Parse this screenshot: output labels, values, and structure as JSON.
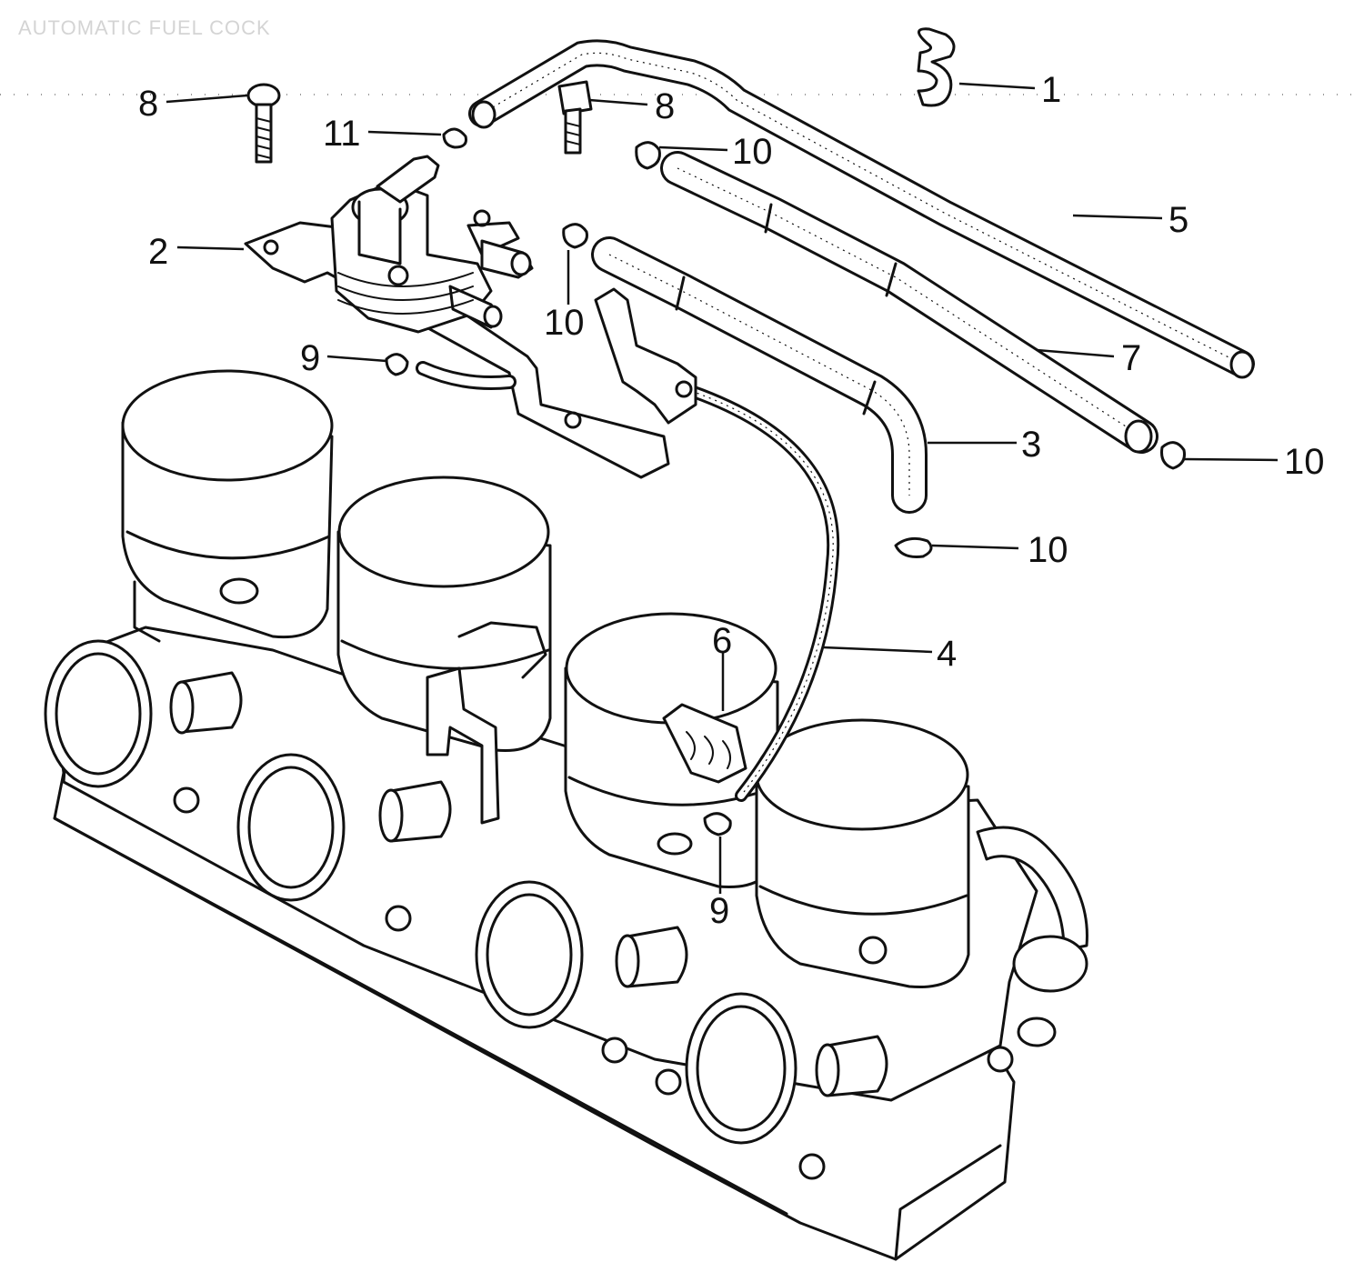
{
  "header": {
    "title": "AUTOMATIC FUEL COCK"
  },
  "callouts": [
    {
      "id": "c1",
      "number": "1",
      "part": "hose-clip"
    },
    {
      "id": "c2",
      "number": "2",
      "part": "automatic-fuel-cock"
    },
    {
      "id": "c3",
      "number": "3",
      "part": "hose-elbow"
    },
    {
      "id": "c4",
      "number": "4",
      "part": "vacuum-tube"
    },
    {
      "id": "c5",
      "number": "5",
      "part": "fuel-hose-long"
    },
    {
      "id": "c6",
      "number": "6",
      "part": "hose-clamp"
    },
    {
      "id": "c7",
      "number": "7",
      "part": "fuel-hose"
    },
    {
      "id": "c8a",
      "number": "8",
      "part": "bolt-left"
    },
    {
      "id": "c8b",
      "number": "8",
      "part": "bolt-center"
    },
    {
      "id": "c9a",
      "number": "9",
      "part": "tube-clip-upper"
    },
    {
      "id": "c9b",
      "number": "9",
      "part": "tube-clip-lower"
    },
    {
      "id": "c10a",
      "number": "10",
      "part": "hose-band-top"
    },
    {
      "id": "c10b",
      "number": "10",
      "part": "hose-band-middle"
    },
    {
      "id": "c10c",
      "number": "10",
      "part": "hose-band-right"
    },
    {
      "id": "c10d",
      "number": "10",
      "part": "hose-band-lower"
    },
    {
      "id": "c11",
      "number": "11",
      "part": "tube-clip-small"
    }
  ],
  "colors": {
    "ink": "#111111",
    "paper": "#ffffff",
    "header_ghost": "#d4d4d4"
  }
}
